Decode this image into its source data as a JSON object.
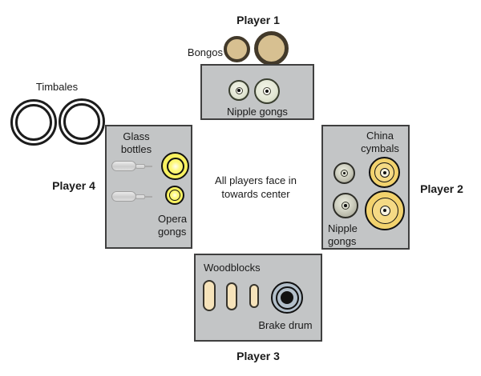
{
  "diagram": {
    "center_note": "All players face in\ntowards center"
  },
  "player1": {
    "label": "Player 1",
    "bongos_label": "Bongos",
    "nipple_gongs_label": "Nipple gongs"
  },
  "player2": {
    "label": "Player 2",
    "china_cymbals_label": "China\ncymbals",
    "nipple_gongs_label": "Nipple\ngongs"
  },
  "player3": {
    "label": "Player 3",
    "woodblocks_label": "Woodblocks",
    "brake_drum_label": "Brake drum"
  },
  "player4": {
    "label": "Player 4",
    "timbales_label": "Timbales",
    "glass_bottles_label": "Glass\nbottles",
    "opera_gongs_label": "Opera\ngongs"
  },
  "colors": {
    "text": "#1a1a1a",
    "ink": "#111111",
    "panel_fill": "#c3c5c6",
    "panel_border": "#3f3f3f",
    "bongo_fill": "#d7c091",
    "bongo_border": "#42392a",
    "timbale_ring": "#1c1c1c",
    "pale_gong_fill": "#e3e7d5",
    "pale_gong_border": "#3a3f30",
    "gray_gong_edge": "#a09f90",
    "gray_gong_center": "#eceddf",
    "opera_yellow": "#f8f160",
    "opera_hotspot": "#fffdf0",
    "china_gold": "#f2d26d",
    "woodblock_fill": "#f6e3ba",
    "woodblock_border": "#37342c",
    "brake_fill": "#b2bfca"
  }
}
